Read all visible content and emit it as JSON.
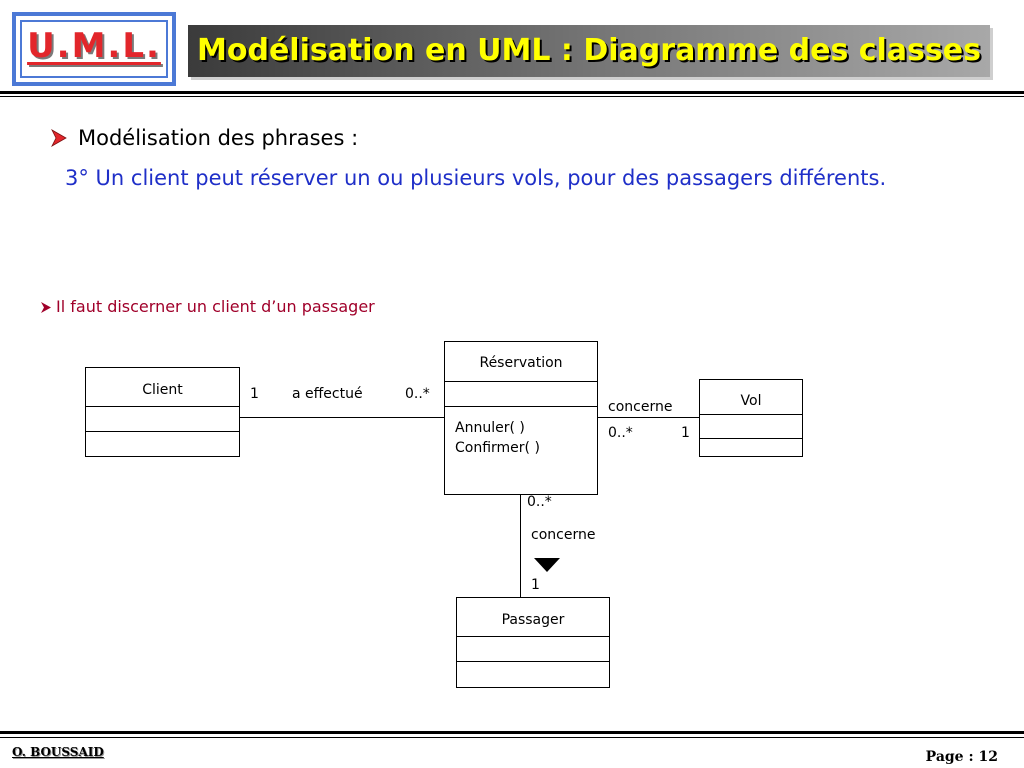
{
  "header": {
    "logo": "U.M.L.",
    "title": "Modélisation en UML : Diagramme des classes"
  },
  "content": {
    "bullet_main": "Modélisation des phrases :",
    "sentence": "3° Un client peut réserver un ou plusieurs vols, pour des passagers différents.",
    "bullet_note": "Il faut discerner un client d’un passager"
  },
  "diagram": {
    "classes": {
      "client": {
        "name": "Client"
      },
      "reservation": {
        "name": "Réservation",
        "operations": [
          "Annuler( )",
          "Confirmer( )"
        ]
      },
      "vol": {
        "name": "Vol"
      },
      "passager": {
        "name": "Passager"
      }
    },
    "associations": {
      "client_reservation": {
        "name": "a effectué",
        "mult_client": "1",
        "mult_reservation": "0..*"
      },
      "reservation_vol": {
        "name": "concerne",
        "mult_reservation": "0..*",
        "mult_vol": "1"
      },
      "reservation_passager": {
        "name": "concerne",
        "mult_reservation": "0..*",
        "mult_passager": "1"
      }
    }
  },
  "footer": {
    "author": "O. BOUSSAID",
    "page": "Page : 12"
  },
  "colors": {
    "logo_red": "#e2262b",
    "logo_border": "#4c79d6",
    "title_yellow": "#ffff00",
    "sentence_blue": "#1f2fc8",
    "note_red": "#a0002a"
  },
  "icons": {
    "bullet": "arrowhead-bullet-icon",
    "direction": "triangle-down-icon"
  }
}
